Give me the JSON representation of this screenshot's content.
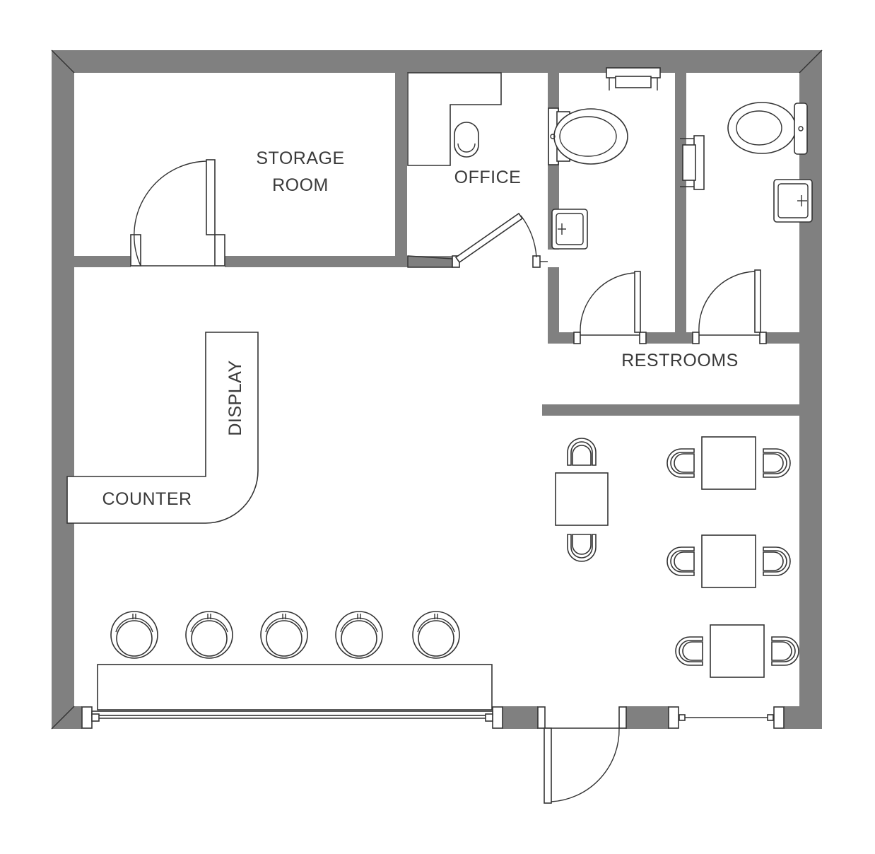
{
  "labels": {
    "storage_line1": "STORAGE",
    "storage_line2": "ROOM",
    "office": "OFFICE",
    "restrooms": "RESTROOMS",
    "display": "DISPLAY",
    "counter": "COUNTER"
  },
  "colors": {
    "wall": "#808080",
    "line": "#333333",
    "background": "#ffffff"
  }
}
